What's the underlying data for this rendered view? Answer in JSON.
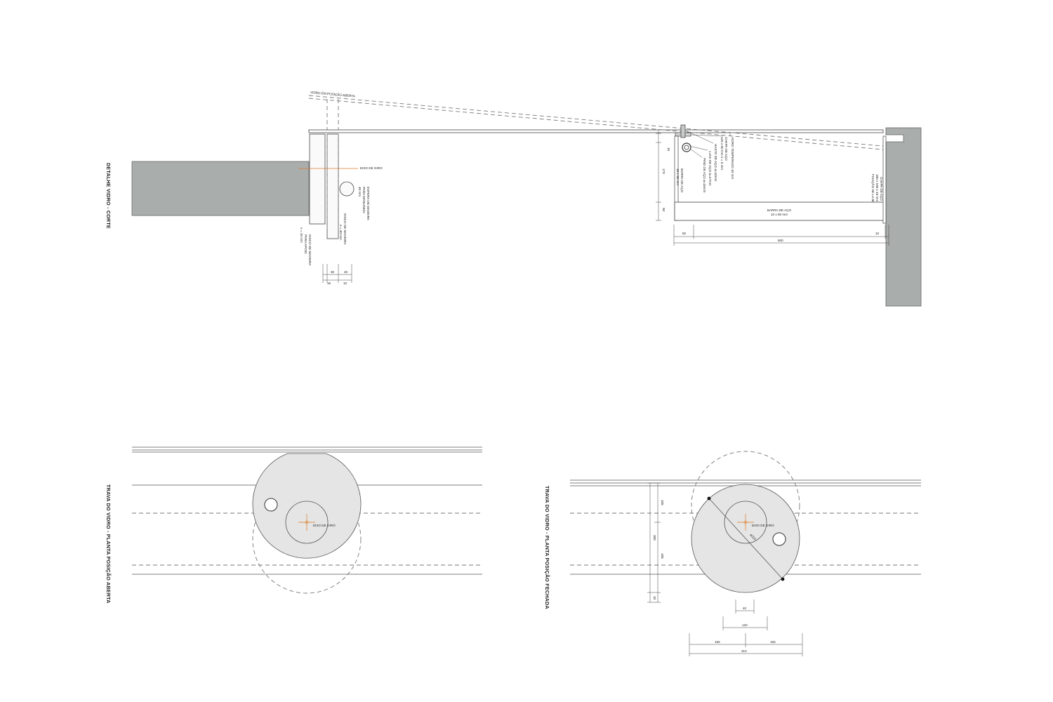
{
  "section": {
    "title": "DETALHE VIDRO - CORTE",
    "labels": {
      "vidro_aberto": "VIDRO EM POSIÇÃO ABERTA",
      "eixo_giro": "EIXO DE GIRO",
      "esfera_l1": "ESFERA DE MADEIRA",
      "esfera_l2": "PARA MANUSEIO",
      "esfera_l3": "40 mm",
      "disco30_l1": "DISCO DE MADEIRA",
      "disco30_l2": "e = 30 mm",
      "disco15_l1": "DISCO DE MADEIRA",
      "disco15_l2": "PARA APOIO",
      "disco15_l3": "e = 15 mm",
      "vidro_temp_l1": "VIDRO TEMPERADO 10 mm",
      "chapa_l1": "CHAPA DE AÇO",
      "chapa_l2": "125 x 50 mm e = 5 mm",
      "haste_l1": "HASTE DE AÇO ø=10mm",
      "luva_l1": "LUVA DE AÇO ø=27mm",
      "pino_l1": "PINO DE AÇO ø=15mm",
      "barra_l1": "BARRA DE AÇO",
      "barra_l2": "10 x 50 mm",
      "barra_h_l1": "BARRA DE AÇO",
      "barra_h_l2": "10 x 50 mm",
      "chapa_r_l1": "CHAPA DE AÇO",
      "chapa_r_l2": "180 x 180 x 10 mm",
      "chapa_r_l3": "FIXAÇÃO NA LAJE"
    },
    "dims": {
      "d15v": "15",
      "d170": "170",
      "d50v": "50",
      "d50h": "50",
      "d600": "600",
      "d10h": "10",
      "w30": "30",
      "w40": "40",
      "w15": "15",
      "w10": "10"
    }
  },
  "plan_open": {
    "title": "TRAVA DO VIDRO - PLANTA POSIÇÃO ABERTA",
    "axis_label": "EIXO DE GIRO"
  },
  "plan_closed": {
    "title": "TRAVA DO VIDRO - PLANTA POSIÇÃO FECHADA",
    "axis_label": "EIXO DE GIRO",
    "diameter_label": "ø310",
    "dims": {
      "v105": "105",
      "v300": "300",
      "v195": "195",
      "v10": "10",
      "h40": "40",
      "h120": "120",
      "h155a": "155",
      "h155b": "155",
      "h310": "310"
    }
  },
  "colors": {
    "concrete": "#a9adab",
    "disc_fill": "#e4e5e4",
    "axis_mark": "#e07a2a"
  }
}
